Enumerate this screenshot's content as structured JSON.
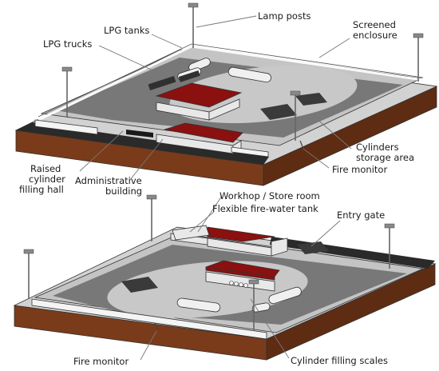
{
  "labels": {
    "lamp_posts": "Lamp posts",
    "lpg_tanks": "LPG tanks",
    "lpg_trucks": "LPG trucks",
    "screened_enclosure_l1": "Screened",
    "screened_enclosure_l2": "enclosure",
    "cylinders_storage_l1": "Cylinders",
    "cylinders_storage_l2": "storage area",
    "fire_monitor_top": "Fire monitor",
    "raised_hall_l1": "Raised",
    "raised_hall_l2": "cylinder",
    "raised_hall_l3": "filling hall",
    "admin_l1": "Administrative",
    "admin_l2": "building",
    "workshop": "Workhop / Store room",
    "fire_water_tank": "Flexible fire-water tank",
    "entry_gate": "Entry gate",
    "fire_monitor_bottom": "Fire monitor",
    "filling_scales": "Cylinder filling scales"
  },
  "colors": {
    "ground_top": "#d2d2d2",
    "apron": "#787878",
    "soil": "#7a3b1a",
    "soil_dark": "#5e2c12",
    "roof": "#8b1010",
    "building": "#e8e8e8",
    "tank": "#f0f0f0",
    "fence": "#f4f4f4"
  }
}
